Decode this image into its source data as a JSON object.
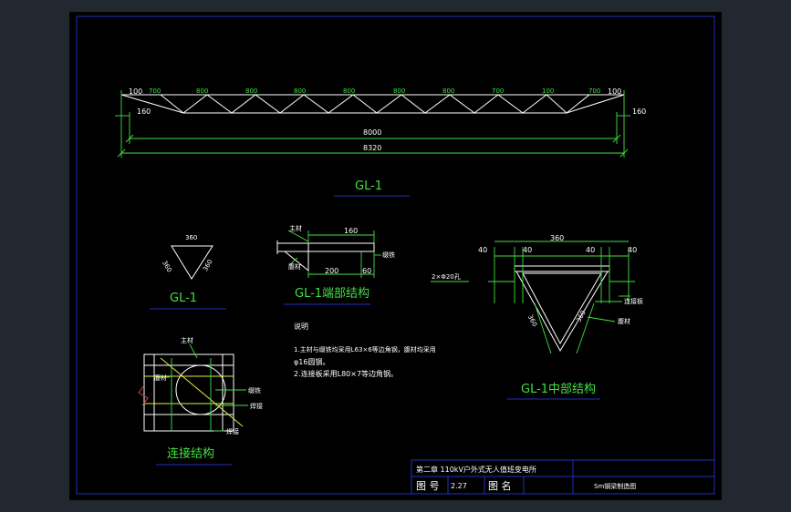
{
  "colors": {
    "frame_blue": "#2030c0",
    "line_white": "#ffffff",
    "dim_green": "#43e043",
    "outer_bg": "#212830",
    "sheet_bg": "#000000"
  },
  "truss": {
    "seg_dims": [
      "100",
      "700",
      "800",
      "800",
      "800",
      "800",
      "800",
      "800",
      "700",
      "100"
    ],
    "end_offset_left": "160",
    "end_offset_right": "160",
    "span": "8000",
    "overall": "8320",
    "title": "GL-1"
  },
  "section": {
    "top_dim": "360",
    "side_left": "360",
    "side_right": "360",
    "title": "GL-1"
  },
  "end_detail": {
    "label_main": "主材",
    "label_web": "腹材",
    "label_brace": "缀铁",
    "dim_top": "160",
    "dim_bottom": "200",
    "dim_right": "60",
    "title": "GL-1端部结构"
  },
  "mid_detail": {
    "dim_top": "360",
    "dims_row": [
      "40",
      "40",
      "40",
      "40"
    ],
    "label_bolt": "2×Φ20孔",
    "label_plate": "连接板",
    "label_web": "腹材",
    "side_dim": "360",
    "title": "GL-1中部结构"
  },
  "connection": {
    "label_main": "主材",
    "label_web": "腹材",
    "label_brace": "缀铁",
    "label_weld1": "焊接",
    "label_weld2": "焊接",
    "title": "连接结构"
  },
  "notes": {
    "heading": "说明",
    "line1": "1.主材与缀铁均采用L63×6等边角钢，腹材均采用",
    "line2": "φ16圆钢。",
    "line3": "2.连接板采用L80×7等边角钢。"
  },
  "title_block": {
    "project": "第二章 110kV户外式无人值班变电所",
    "drawing_no_label": "图 号",
    "drawing_no": "2.27",
    "drawing_name_label": "图 名",
    "drawing_name": "Sm钢梁制造图"
  }
}
